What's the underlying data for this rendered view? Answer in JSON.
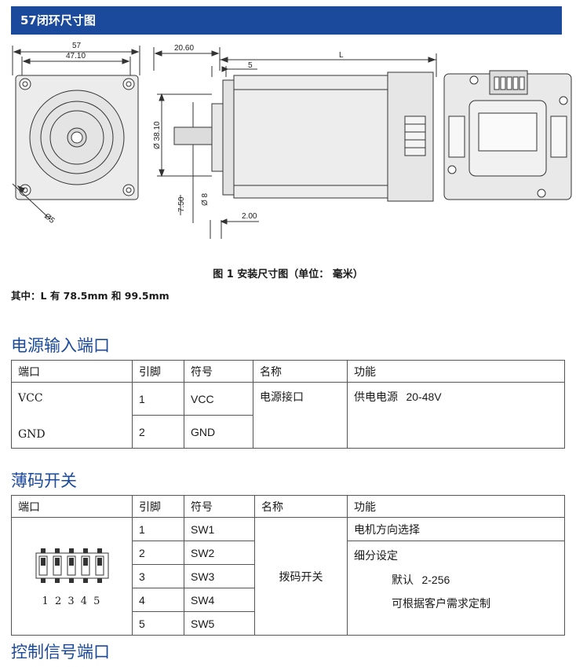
{
  "banner": {
    "title": "57闭环尺寸图"
  },
  "drawing": {
    "dim_57": "57",
    "dim_4710": "47.10",
    "dim_phi5": "Ø5",
    "dim_2060": "20.60",
    "dim_5": "5",
    "dim_L": "L",
    "dim_phi3810": "Ø 38.10",
    "dim_750": "7.50",
    "dim_phi8": "Ø 8",
    "dim_200": "2.00"
  },
  "figure_caption": "图 1 安装尺寸图（单位： 毫米）",
  "note": "其中：L 有 78.5mm 和 99.5mm",
  "power": {
    "title": "电源输入端口",
    "headers": [
      "端口",
      "引脚",
      "符号",
      "名称",
      "功能"
    ],
    "port_vcc": "VCC",
    "port_gnd": "GND",
    "rows": [
      {
        "pin": "1",
        "symbol": "VCC"
      },
      {
        "pin": "2",
        "symbol": "GND"
      }
    ],
    "name": "电源接口",
    "function_label": "供电电源",
    "function_value": "20-48V"
  },
  "dip": {
    "title": "薄码开关",
    "headers": [
      "端口",
      "引脚",
      "符号",
      "名称",
      "功能"
    ],
    "switch_numbers": "1 2 3 4 5",
    "rows": [
      {
        "pin": "1",
        "symbol": "SW1"
      },
      {
        "pin": "2",
        "symbol": "SW2"
      },
      {
        "pin": "3",
        "symbol": "SW3"
      },
      {
        "pin": "4",
        "symbol": "SW4"
      },
      {
        "pin": "5",
        "symbol": "SW5"
      }
    ],
    "name": "拨码开关",
    "function_direction": "电机方向选择",
    "function_subdiv": "细分设定",
    "function_default_label": "默认",
    "function_default_value": "2-256",
    "function_custom": "可根据客户需求定制"
  },
  "control": {
    "title": "控制信号端口"
  }
}
